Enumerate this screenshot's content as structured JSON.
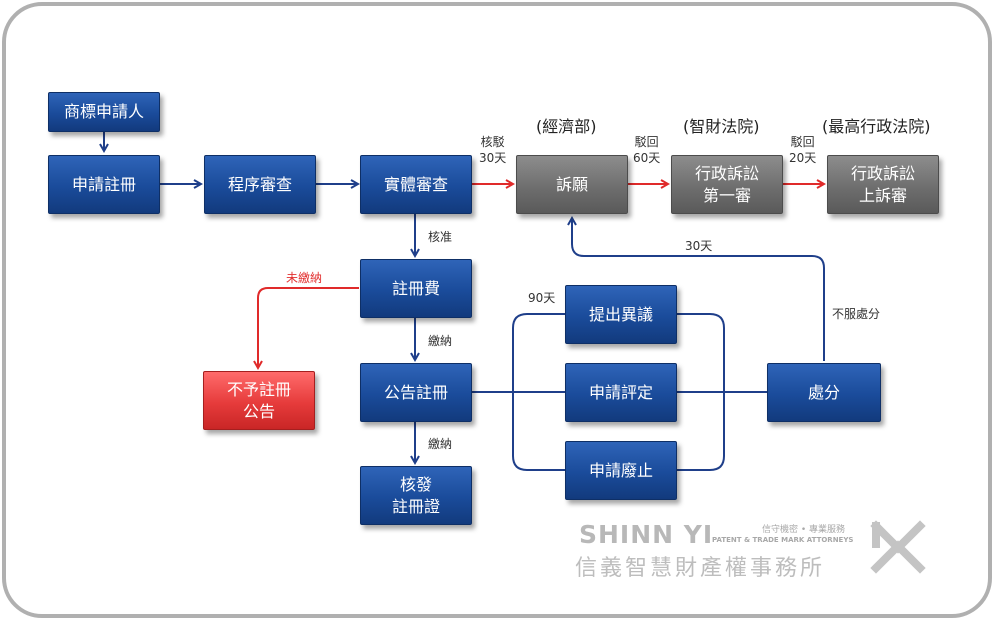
{
  "nodes": {
    "applicant": "商標申請人",
    "apply_register": "申請註冊",
    "procedural_review": "程序審查",
    "substantive_review": "實體審查",
    "appeal": "訴願",
    "admin_first": [
      "行政訴訟",
      "第一審"
    ],
    "admin_appeal": [
      "行政訴訟",
      "上訴審"
    ],
    "reg_fee": "註冊費",
    "not_registered": [
      "不予註冊",
      "公告"
    ],
    "publish_register": "公告註冊",
    "issue_cert": [
      "核發",
      "註冊證"
    ],
    "opposition": "提出異議",
    "invalidation": "申請評定",
    "revocation": "申請廢止",
    "disposition": "處分"
  },
  "headings": {
    "moea": "(經濟部)",
    "ip_court": "(智財法院)",
    "supreme_admin": "(最高行政法院)"
  },
  "edge_labels": {
    "reject": [
      "核駁",
      "30天"
    ],
    "appeal_rejected": [
      "駁回",
      "60天"
    ],
    "court_rejected": [
      "駁回",
      "20天"
    ],
    "approved": "核准",
    "unpaid": "未繳納",
    "paid_1": "繳納",
    "paid_2": "繳納",
    "ninety_days": "90天",
    "thirty_days": "30天",
    "disagree": "不服處分"
  },
  "logo": {
    "brand": "SHINN YI",
    "subtitle": "PATENT & TRADE MARK ATTORNEYS",
    "tagline": "信守機密 • 專業服務",
    "chinese_name": "信義智慧財產權事務所"
  },
  "colors": {
    "blue_box": "#1a4b9a",
    "gray_box": "#6e6e6e",
    "red_box": "#e63b3b",
    "arrow_blue": "#1f3f8a",
    "arrow_red": "#e02a2a",
    "frame": "#b0b0b0"
  }
}
